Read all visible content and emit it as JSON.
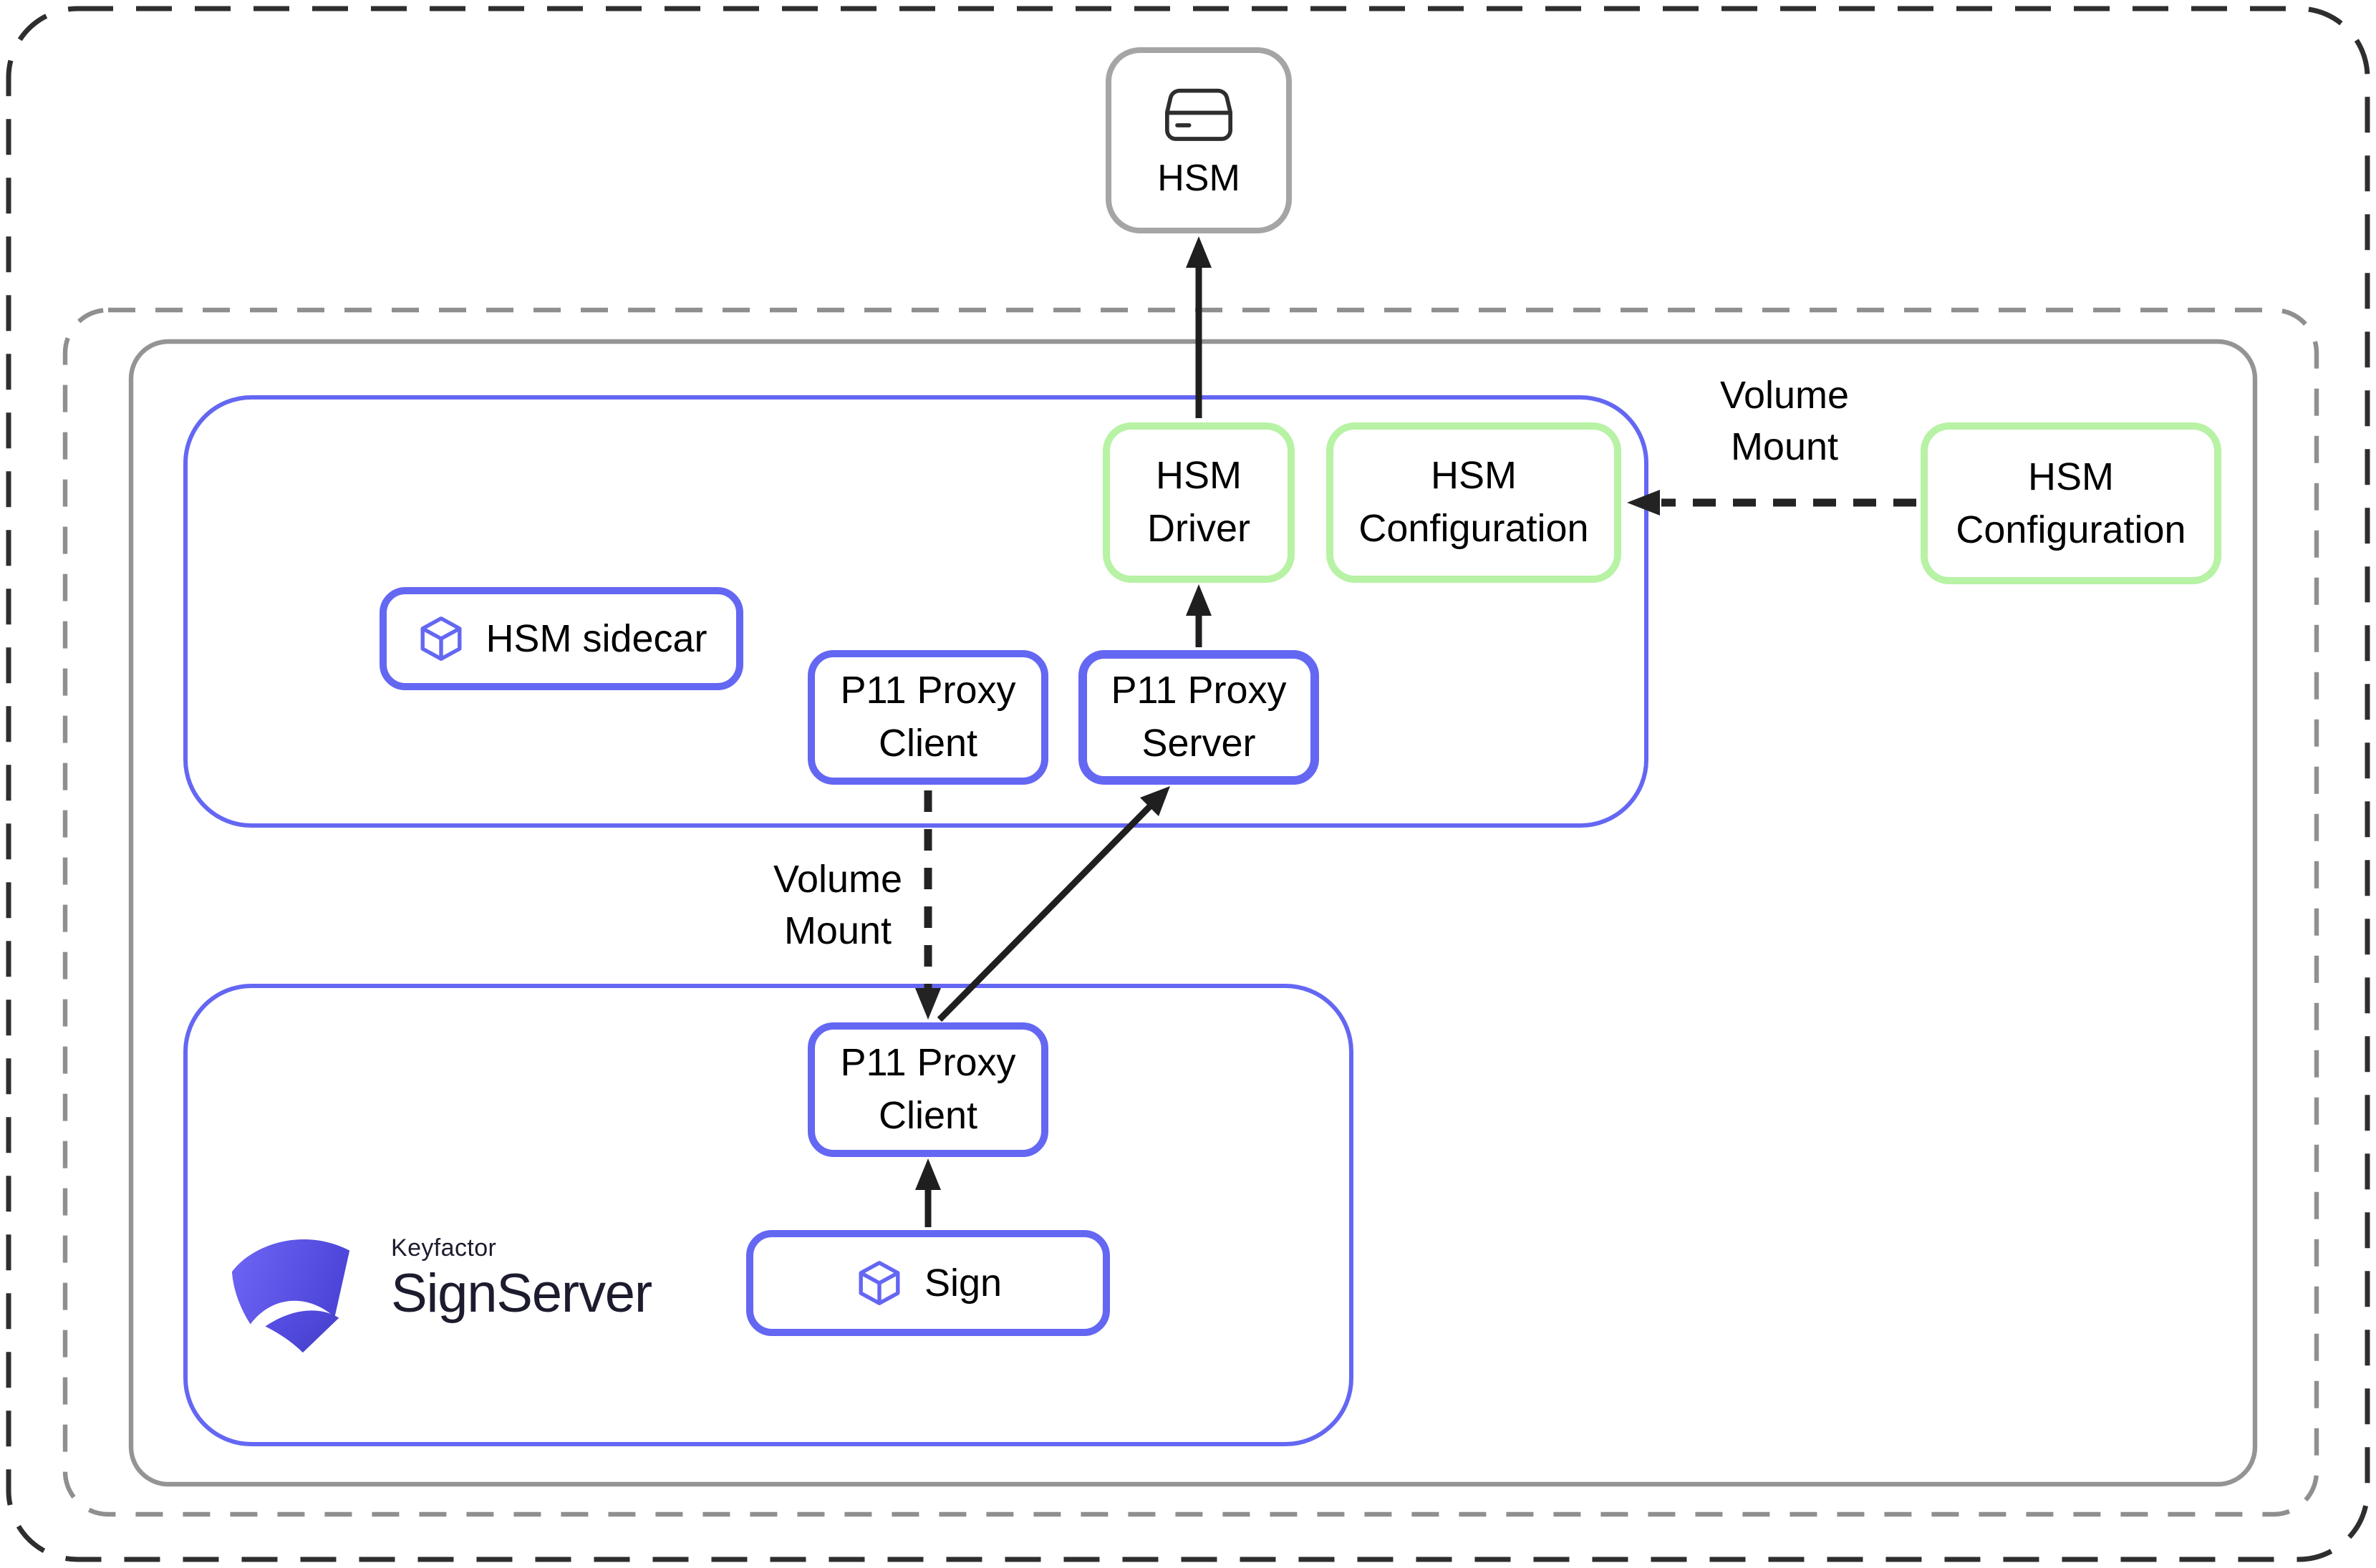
{
  "nodes": {
    "hsm": {
      "label": "HSM",
      "icon": "hard-drive-icon"
    },
    "hsm_driver": {
      "label": "HSM\nDriver"
    },
    "hsm_configuration_sidecar": {
      "label": "HSM\nConfiguration"
    },
    "hsm_configuration_external": {
      "label": "HSM\nConfiguration"
    },
    "hsm_sidecar": {
      "label": "HSM sidecar",
      "icon": "cube-icon"
    },
    "p11_proxy_client_sidecar": {
      "label": "P11 Proxy\nClient"
    },
    "p11_proxy_server": {
      "label": "P11 Proxy\nServer"
    },
    "p11_proxy_client_signserver": {
      "label": "P11 Proxy\nClient"
    },
    "sign": {
      "label": "Sign",
      "icon": "cube-icon"
    }
  },
  "edge_labels": {
    "volume_mount_external": "Volume\nMount",
    "volume_mount_between_pods": "Volume\nMount"
  },
  "logo": {
    "brand": "Keyfactor",
    "product": "SignServer"
  },
  "colors": {
    "node_blue": "#6467f2",
    "node_green": "#b7f2a5",
    "boundary_solid_gray": "#949494",
    "boundary_dashed_gray": "#8f8f8f",
    "page_border_dash": "#2e2e2e",
    "arrow_black": "#1f1f1f",
    "hsm_border_gray": "#a5a5a5",
    "logo_violet_start": "#6f66f6",
    "logo_violet_end": "#4741cc",
    "text": "#000000"
  }
}
